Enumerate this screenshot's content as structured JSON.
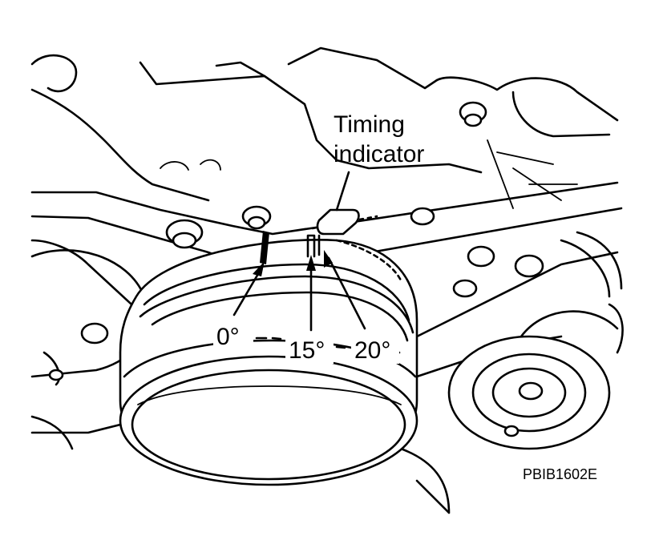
{
  "callout": {
    "line1": "Timing",
    "line2": "indicator"
  },
  "marks": [
    {
      "label": "0°"
    },
    {
      "label": "15°"
    },
    {
      "label": "20°"
    }
  ],
  "figure_code": "PBIB1602E",
  "colors": {
    "ink": "#000000",
    "paper": "#ffffff"
  }
}
